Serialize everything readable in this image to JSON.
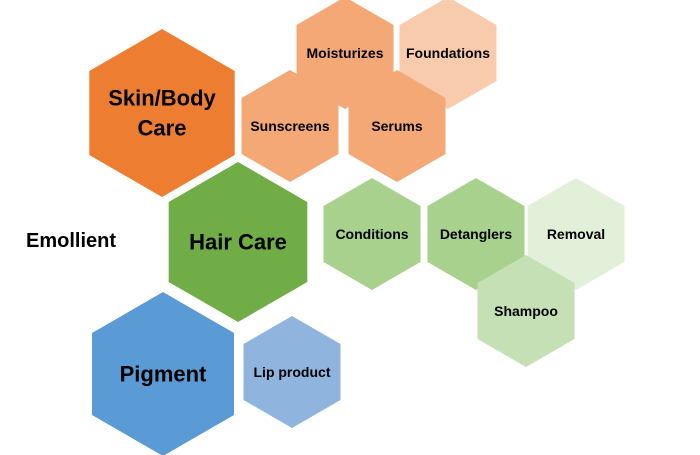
{
  "side_label": "Emollient",
  "palette": {
    "orange_dark": "#ED7D31",
    "orange_mid": "#F4A876",
    "orange_light": "#F8CBAD",
    "green_dark": "#70AD47",
    "green_mid": "#A9D18E",
    "green_light": "#C5E0B4",
    "green_pale": "#E2F0D9",
    "blue_dark": "#5B9BD5",
    "blue_mid": "#8FB4DE"
  },
  "categories": [
    {
      "id": "skin-body-care",
      "label_lines": [
        "Skin/Body",
        "Care"
      ],
      "color": "#ED7D31",
      "items": [
        {
          "id": "moisturizes",
          "label": "Moisturizes",
          "color": "#F4A876"
        },
        {
          "id": "foundations",
          "label": "Foundations",
          "color": "#F8CBAD"
        },
        {
          "id": "sunscreens",
          "label": "Sunscreens",
          "color": "#F4A876"
        },
        {
          "id": "serums",
          "label": "Serums",
          "color": "#F4A876"
        }
      ]
    },
    {
      "id": "hair-care",
      "label_lines": [
        "Hair Care"
      ],
      "color": "#70AD47",
      "items": [
        {
          "id": "conditions",
          "label": "Conditions",
          "color": "#A9D18E"
        },
        {
          "id": "detanglers",
          "label": "Detanglers",
          "color": "#A9D18E"
        },
        {
          "id": "removal",
          "label": "Removal",
          "color": "#E2F0D9"
        },
        {
          "id": "shampoo",
          "label": "Shampoo",
          "color": "#C5E0B4"
        }
      ]
    },
    {
      "id": "pigment",
      "label_lines": [
        "Pigment"
      ],
      "color": "#5B9BD5",
      "items": [
        {
          "id": "lip-product",
          "label": "Lip product",
          "color": "#8FB4DE"
        }
      ]
    }
  ]
}
